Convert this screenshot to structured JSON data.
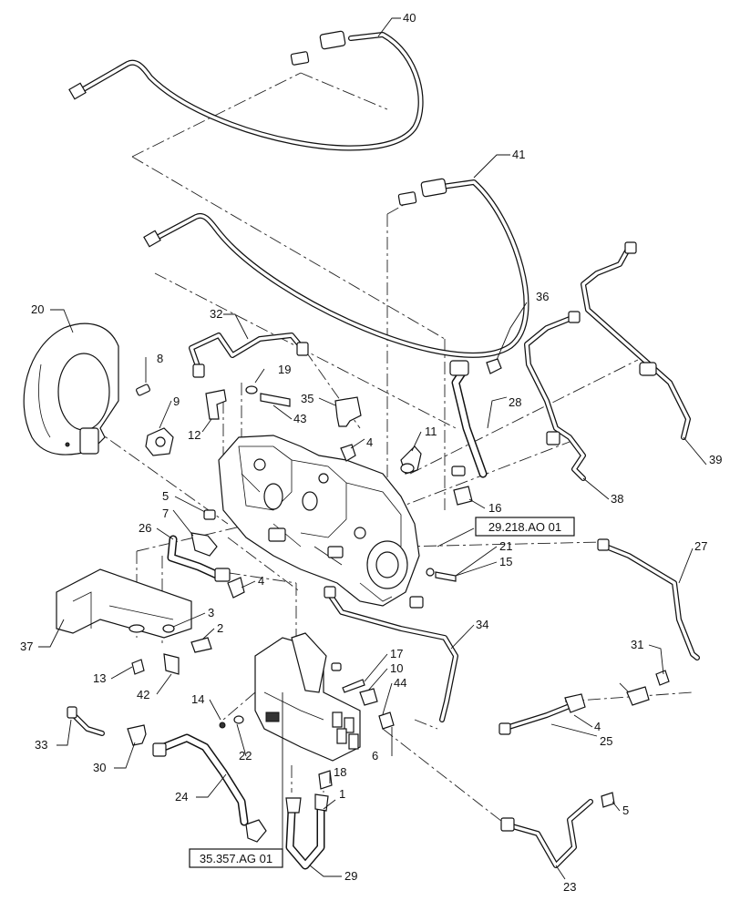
{
  "callouts": [
    "40",
    "41",
    "20",
    "8",
    "32",
    "19",
    "36",
    "9",
    "12",
    "43",
    "35",
    "11",
    "4",
    "28",
    "39",
    "5",
    "7",
    "16",
    "38",
    "26",
    "21",
    "15",
    "27",
    "4",
    "3",
    "37",
    "2",
    "34",
    "31",
    "13",
    "42",
    "17",
    "10",
    "14",
    "44",
    "4",
    "25",
    "33",
    "30",
    "22",
    "6",
    "18",
    "1",
    "24",
    "5",
    "29",
    "23"
  ],
  "references": [
    "29.218.AO 01",
    "35.357.AG 01"
  ]
}
